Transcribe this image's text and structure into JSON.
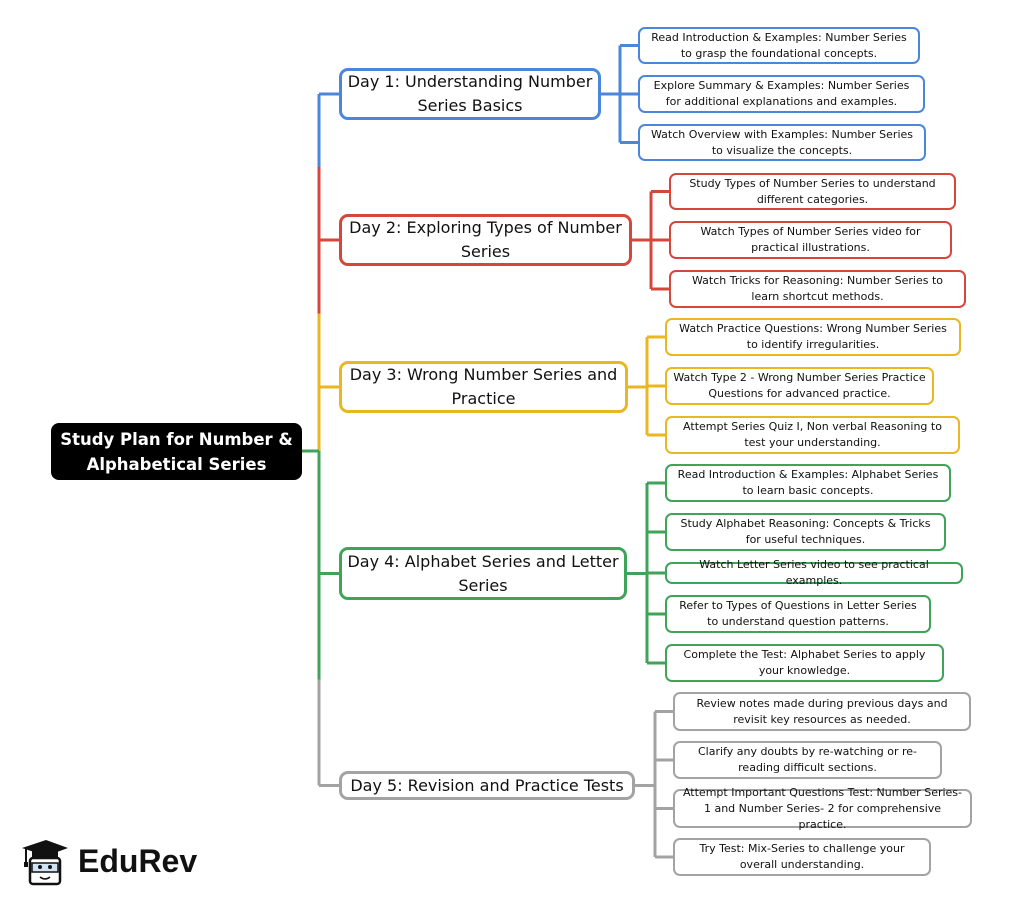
{
  "root": {
    "title": "Study Plan for Number & Alphabetical Series"
  },
  "colors": {
    "day1": "#4a86dc",
    "day2": "#d5473b",
    "day3": "#e9b721",
    "day4": "#3fa45a",
    "day5": "#a3a3a3"
  },
  "days": [
    {
      "title": "Day 1: Understanding Number Series Basics",
      "tasks": [
        "Read Introduction & Examples: Number Series to grasp the foundational concepts.",
        "Explore Summary & Examples: Number Series for additional explanations and examples.",
        "Watch Overview with Examples: Number Series to visualize the concepts."
      ]
    },
    {
      "title": "Day 2: Exploring Types of Number Series",
      "tasks": [
        "Study Types of Number Series to understand different categories.",
        "Watch Types of Number Series video for practical illustrations.",
        "Watch Tricks for Reasoning: Number Series to learn shortcut methods."
      ]
    },
    {
      "title": "Day 3: Wrong Number Series and Practice",
      "tasks": [
        "Watch Practice Questions: Wrong Number Series to identify irregularities.",
        "Watch Type 2 - Wrong Number Series Practice Questions for advanced practice.",
        "Attempt Series Quiz I, Non verbal Reasoning to test your understanding."
      ]
    },
    {
      "title": "Day 4: Alphabet Series and Letter Series",
      "tasks": [
        "Read Introduction & Examples: Alphabet Series to learn basic concepts.",
        "Study Alphabet Reasoning: Concepts & Tricks for useful techniques.",
        "Watch Letter Series video to see practical examples.",
        "Refer to Types of Questions in Letter Series to understand question patterns.",
        "Complete the Test: Alphabet Series to apply your knowledge."
      ]
    },
    {
      "title": "Day 5: Revision and Practice Tests",
      "tasks": [
        "Review notes made during previous days and revisit key resources as needed.",
        "Clarify any doubts by re-watching or re-reading difficult sections.",
        "Attempt Important Questions Test: Number Series- 1 and Number Series- 2 for comprehensive practice.",
        "Try Test: Mix-Series to challenge your overall understanding."
      ]
    }
  ],
  "logo": {
    "text": "EduRev",
    "icon": "graduation-cap-icon"
  }
}
